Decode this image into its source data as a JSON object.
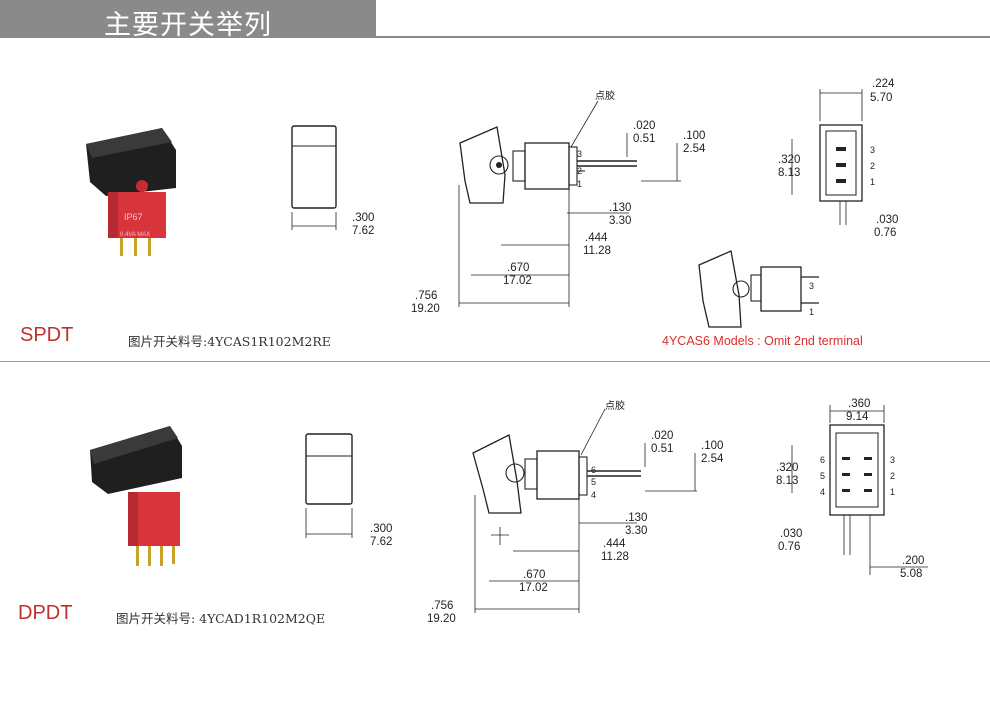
{
  "header": {
    "title": "主要开关举列"
  },
  "spdt": {
    "type_label": "SPDT",
    "part_label": "图片开关料号:4YCAS1R102M2RE",
    "photo_text_brand": "IP67",
    "photo_text_rating": "0.4VA MAX",
    "note": "4YCAS6  Models : Omit 2nd  terminal",
    "glue_label": "点胶",
    "dims": {
      "front_w_in": ".300",
      "front_w_mm": "7.62",
      "pin_off_in": ".020",
      "pin_off_mm": "0.51",
      "pin_len_in": ".100",
      "pin_len_mm": "2.54",
      "tail_in": ".130",
      "tail_mm": "3.30",
      "body_in": ".444",
      "body_mm": "11.28",
      "depth_in": ".670",
      "depth_mm": "17.02",
      "total_in": ".756",
      "total_mm": "19.20",
      "end_w_in": ".224",
      "end_w_mm": "5.70",
      "pitch_in": ".320",
      "pitch_mm": "8.13",
      "pin_w_in": ".030",
      "pin_w_mm": "0.76"
    },
    "terminals": [
      "3",
      "2",
      "1"
    ],
    "alt_terminals": [
      "3",
      "1"
    ]
  },
  "dpdt": {
    "type_label": "DPDT",
    "part_label": "图片开关料号: 4YCAD1R102M2QE",
    "glue_label": "点胶",
    "dims": {
      "front_w_in": ".300",
      "front_w_mm": "7.62",
      "pin_off_in": ".020",
      "pin_off_mm": "0.51",
      "pin_len_in": ".100",
      "pin_len_mm": "2.54",
      "tail_in": ".130",
      "tail_mm": "3.30",
      "body_in": ".444",
      "body_mm": "11.28",
      "depth_in": ".670",
      "depth_mm": "17.02",
      "total_in": ".756",
      "total_mm": "19.20",
      "end_w_in": ".360",
      "end_w_mm": "9.14",
      "pitch_in": ".320",
      "pitch_mm": "8.13",
      "pin_w_in": ".030",
      "pin_w_mm": "0.76",
      "row_in": ".200",
      "row_mm": "5.08"
    },
    "terminals_left": [
      "6",
      "5",
      "4"
    ],
    "terminals_right": [
      "3",
      "2",
      "1"
    ],
    "side_terminals": [
      "6",
      "5",
      "4"
    ]
  },
  "colors": {
    "accent": "#c0302e",
    "note": "#d9302d",
    "header": "#8a8a8a",
    "switch_red": "#d8343c",
    "switch_black": "#1f1f1f"
  }
}
